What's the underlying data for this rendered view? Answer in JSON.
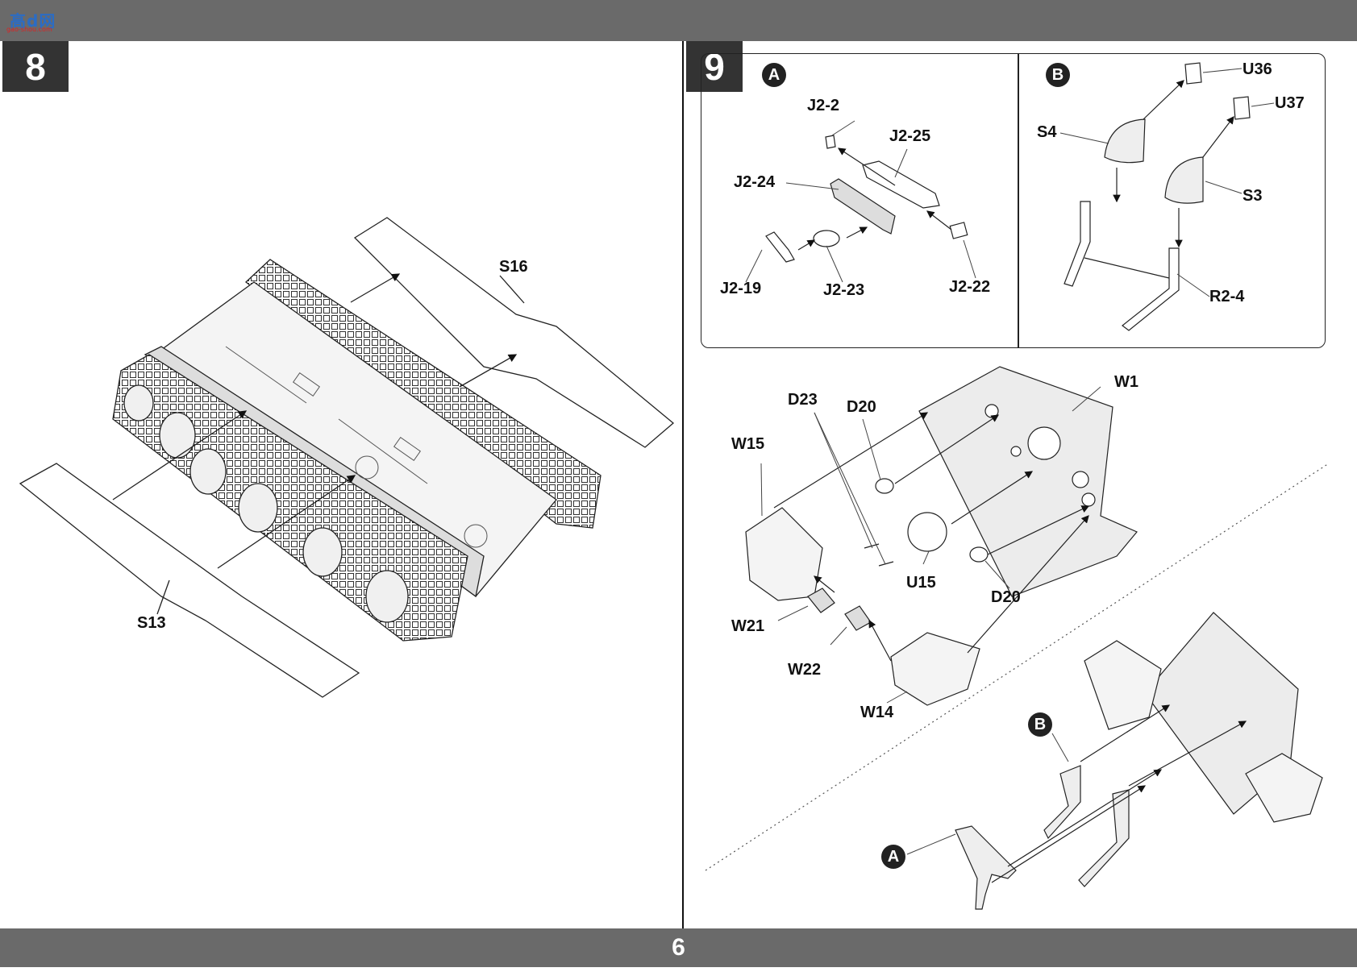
{
  "watermark": {
    "logo_text": "高d网",
    "url_text": "gao-shou.com"
  },
  "page_number": "6",
  "steps": {
    "step8": "8",
    "step9": "9"
  },
  "subassembly": {
    "a": "A",
    "b": "B"
  },
  "labels": {
    "s16": "S16",
    "s13": "S13",
    "j2_2": "J2-2",
    "j2_25": "J2-25",
    "j2_24": "J2-24",
    "j2_19": "J2-19",
    "j2_23": "J2-23",
    "j2_22": "J2-22",
    "u36": "U36",
    "u37": "U37",
    "s4": "S4",
    "s3": "S3",
    "r2_4": "R2-4",
    "w1": "W1",
    "d23": "D23",
    "d20_top": "D20",
    "w15": "W15",
    "u15": "U15",
    "d20_bottom": "D20",
    "w21": "W21",
    "w22": "W22",
    "w14": "W14"
  }
}
